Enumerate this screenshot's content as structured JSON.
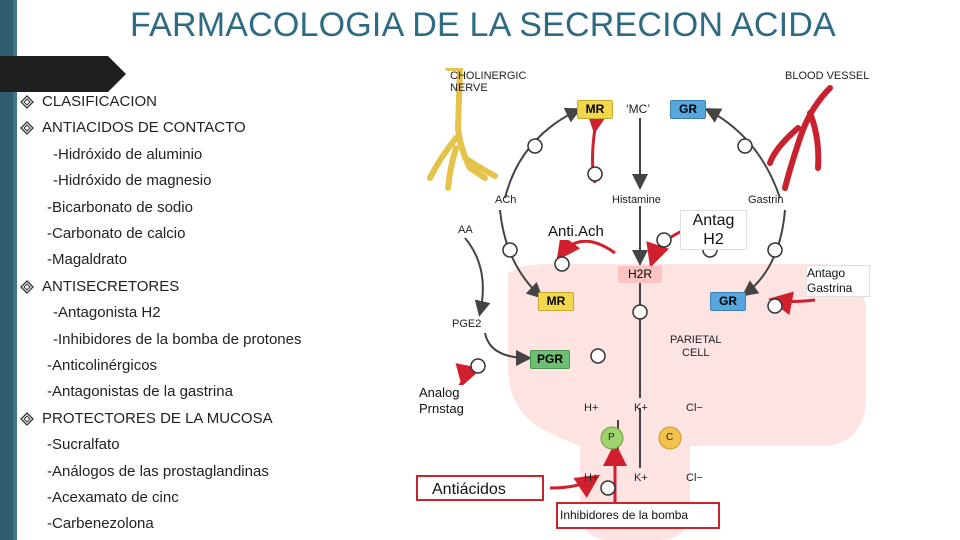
{
  "title": "FARMACOLOGIA DE LA SECRECION ACIDA",
  "list": {
    "items": [
      {
        "type": "bullet",
        "text": "CLASIFICACION"
      },
      {
        "type": "bullet",
        "text": "ANTIACIDOS DE CONTACTO"
      },
      {
        "type": "sub",
        "text": "-Hidróxido de aluminio"
      },
      {
        "type": "sub",
        "text": "-Hidróxido de magnesio"
      },
      {
        "type": "sub",
        "text": "-Bicarbonato de sodio"
      },
      {
        "type": "sub",
        "text": "-Carbonato de calcio"
      },
      {
        "type": "sub",
        "text": "-Magaldrato"
      },
      {
        "type": "bullet",
        "text": "ANTISECRETORES"
      },
      {
        "type": "sub",
        "text": "-Antagonista H2"
      },
      {
        "type": "sub",
        "text": "-Inhibidores de la bomba de protones"
      },
      {
        "type": "sub",
        "text": "-Anticolinérgicos"
      },
      {
        "type": "sub",
        "text": "-Antagonistas de la gastrina"
      },
      {
        "type": "bullet",
        "text": "PROTECTORES DE LA MUCOSA"
      },
      {
        "type": "sub",
        "text": "-Sucralfato"
      },
      {
        "type": "sub",
        "text": "-Análogos de las prostaglandinas"
      },
      {
        "type": "sub",
        "text": "-Acexamato de cinc"
      },
      {
        "type": "sub",
        "text": "-Carbenezolona"
      }
    ]
  },
  "diagram": {
    "cholinergic_nerve": "CHOLINERGIC\nNERVE",
    "blood_vessel": "BLOOD VESSEL",
    "mr_top": "MR",
    "mc": "‘MC’",
    "gr_top": "GR",
    "ach": "ACh",
    "histamine": "Histamine",
    "gastrin": "Gastrin",
    "aa": "AA",
    "h2r": "H2R",
    "mr_cell": "MR",
    "gr_cell": "GR",
    "pge2": "PGE2",
    "pgr": "PGR",
    "parietal_cell": "PARIETAL\nCELL",
    "h_plus_1": "H+",
    "k_plus_1": "K+",
    "cl_minus_1": "Cl−",
    "p": "P",
    "c": "C",
    "h_plus_2": "H+",
    "k_plus_2": "K+",
    "cl_minus_2": "Cl−",
    "callout_antiach": "Anti.Ach",
    "callout_antag_h2": "Antag\nH2",
    "callout_antag_gastrina": "Antago\nGastrina",
    "callout_analog": "Analog\nPrnstag",
    "callout_antiacidos": "Antiácidos",
    "callout_inhibidores": "Inhibidores de la bomba",
    "colors": {
      "accent": "#2f6a84",
      "red": "#d0202e",
      "yellow": "#f2d64b",
      "blue": "#57a7df",
      "green": "#6fbf73",
      "cell": "#fde4e3"
    }
  }
}
